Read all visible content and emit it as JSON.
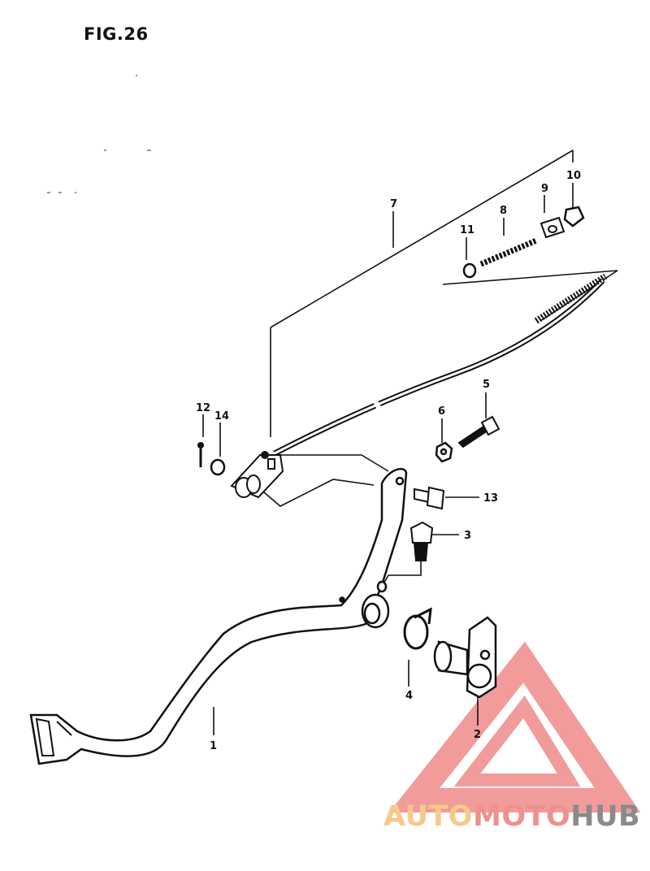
{
  "figure": {
    "title": "FIG.26"
  },
  "callouts": [
    {
      "id": "1",
      "label": "1"
    },
    {
      "id": "2",
      "label": "2"
    },
    {
      "id": "3",
      "label": "3"
    },
    {
      "id": "4",
      "label": "4"
    },
    {
      "id": "5",
      "label": "5"
    },
    {
      "id": "6",
      "label": "6"
    },
    {
      "id": "7",
      "label": "7"
    },
    {
      "id": "8",
      "label": "8"
    },
    {
      "id": "9",
      "label": "9"
    },
    {
      "id": "10",
      "label": "10"
    },
    {
      "id": "11",
      "label": "11"
    },
    {
      "id": "12",
      "label": "12"
    },
    {
      "id": "13",
      "label": "13"
    },
    {
      "id": "14",
      "label": "14"
    }
  ],
  "watermark": {
    "part1": "AUTO",
    "part2": "MOTO",
    "part3": "HUB",
    "colors": {
      "auto": "#f7c98a",
      "moto": "#f08f8f",
      "hub": "#8a8a8a",
      "triangle": "#f08a8a"
    }
  }
}
